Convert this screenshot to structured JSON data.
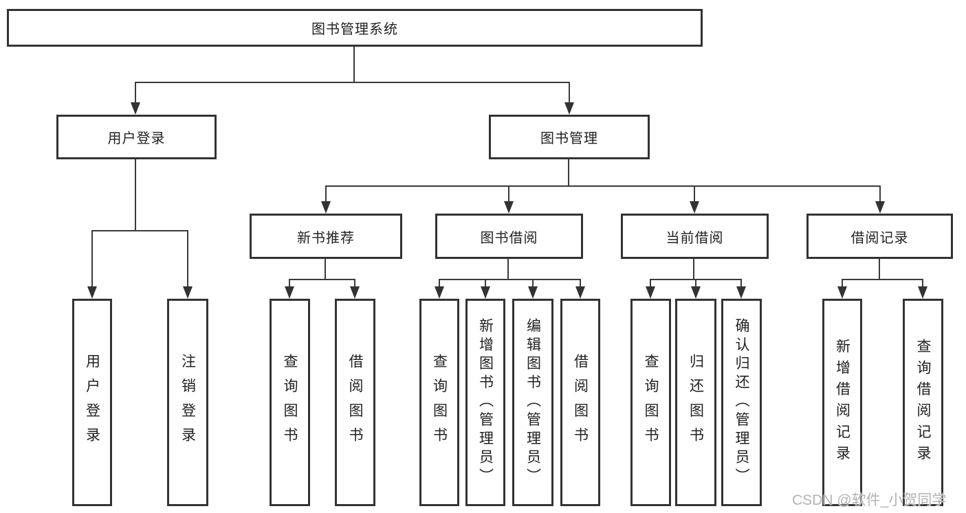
{
  "nodes": {
    "root": {
      "label": "图书管理系统"
    },
    "level2": [
      {
        "id": "user-login",
        "label": "用户登录"
      },
      {
        "id": "book-management",
        "label": "图书管理"
      }
    ],
    "level3": [
      {
        "id": "new-book-recommend",
        "label": "新书推荐",
        "parent": "图书管理"
      },
      {
        "id": "book-borrowing",
        "label": "图书借阅",
        "parent": "图书管理"
      },
      {
        "id": "current-borrowing",
        "label": "当前借阅",
        "parent": "图书管理"
      },
      {
        "id": "borrowing-records",
        "label": "借阅记录",
        "parent": "图书管理"
      }
    ],
    "leaves": [
      {
        "label": "用户登录",
        "parent": "用户登录"
      },
      {
        "label": "注销登录",
        "parent": "用户登录"
      },
      {
        "label": "查询图书",
        "parent": "新书推荐"
      },
      {
        "label": "借阅图书",
        "parent": "新书推荐"
      },
      {
        "label": "查询图书",
        "parent": "图书借阅"
      },
      {
        "label": "新增图书（管理员）",
        "parent": "图书借阅"
      },
      {
        "label": "编辑图书（管理员）",
        "parent": "图书借阅"
      },
      {
        "label": "借阅图书",
        "parent": "图书借阅"
      },
      {
        "label": "查询图书",
        "parent": "当前借阅"
      },
      {
        "label": "归还图书",
        "parent": "当前借阅"
      },
      {
        "label": "确认归还（管理员）",
        "parent": "当前借阅"
      },
      {
        "label": "新增借阅记录",
        "parent": "借阅记录"
      },
      {
        "label": "查询借阅记录",
        "parent": "借阅记录"
      }
    ]
  },
  "watermark": "CSDN @软件_小贺同学",
  "colors": {
    "line": "#333333",
    "text": "#212121",
    "background": "#ffffff",
    "watermark": "#b3b3b3"
  }
}
